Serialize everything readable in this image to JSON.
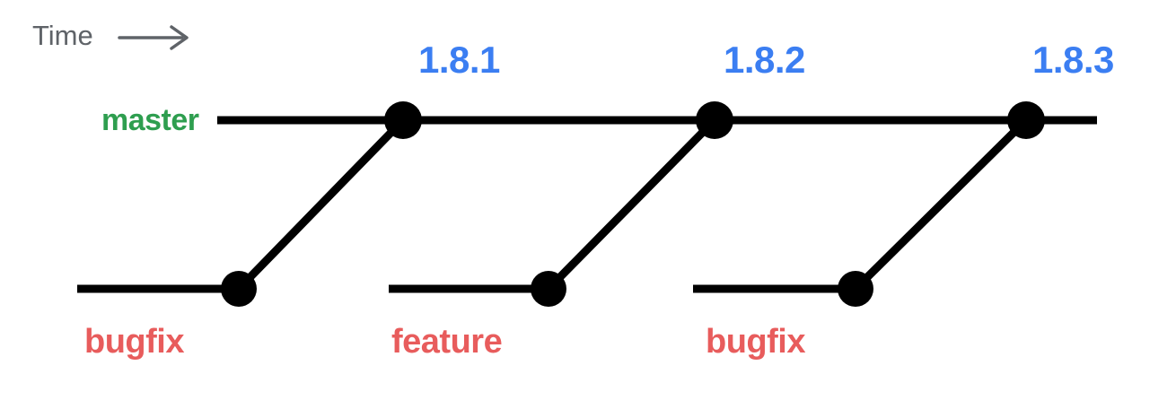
{
  "colors": {
    "master_label": "#2e9e4f",
    "branch_label": "#e85c5c",
    "release_tag": "#3b7ef2",
    "graph_line": "#000000",
    "time_text": "#5f6368",
    "background": "#ffffff"
  },
  "time": {
    "label": "Time",
    "arrow_icon": "right-arrow"
  },
  "master_branch": {
    "label": "master",
    "releases": [
      "1.8.1",
      "1.8.2",
      "1.8.3"
    ]
  },
  "release_tags": [
    {
      "label": "1.8.1"
    },
    {
      "label": "1.8.2"
    },
    {
      "label": "1.8.3"
    }
  ],
  "branch_lanes": [
    {
      "label": "bugfix",
      "merges_into": "1.8.1"
    },
    {
      "label": "feature",
      "merges_into": "1.8.2"
    },
    {
      "label": "bugfix",
      "merges_into": "1.8.3"
    }
  ]
}
